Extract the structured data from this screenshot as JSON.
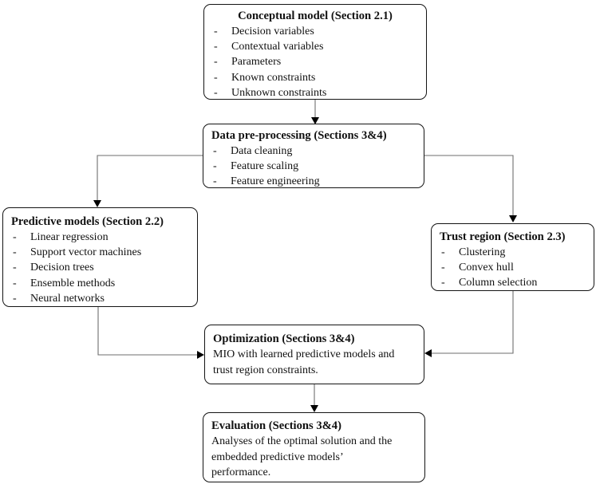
{
  "diagram": {
    "bullet": "-",
    "colors": {
      "border": "#141414",
      "line": "#6e6e6e",
      "arrow": "#000000",
      "background": "#ffffff",
      "text": "#111111"
    },
    "boxes": [
      {
        "id": "conceptual",
        "title": "Conceptual model (Section 2.1)",
        "items": [
          "Decision variables",
          "Contextual variables",
          "Parameters",
          "Known constraints",
          "Unknown constraints"
        ]
      },
      {
        "id": "preprocessing",
        "title": "Data pre-processing (Sections 3&4)",
        "items": [
          "Data cleaning",
          "Feature scaling",
          "Feature engineering"
        ]
      },
      {
        "id": "predictive",
        "title": "Predictive models (Section 2.2)",
        "items": [
          "Linear regression",
          "Support vector machines",
          "Decision trees",
          "Ensemble methods",
          "Neural networks"
        ]
      },
      {
        "id": "trust",
        "title": "Trust region (Section 2.3)",
        "items": [
          "Clustering",
          "Convex hull",
          "Column selection"
        ]
      },
      {
        "id": "optimization",
        "title": "Optimization (Sections 3&4)",
        "body": "MIO with learned predictive models and trust region constraints."
      },
      {
        "id": "evaluation",
        "title": "Evaluation (Sections 3&4)",
        "body": "Analyses of the optimal solution and the embedded predictive models’ performance."
      }
    ]
  }
}
